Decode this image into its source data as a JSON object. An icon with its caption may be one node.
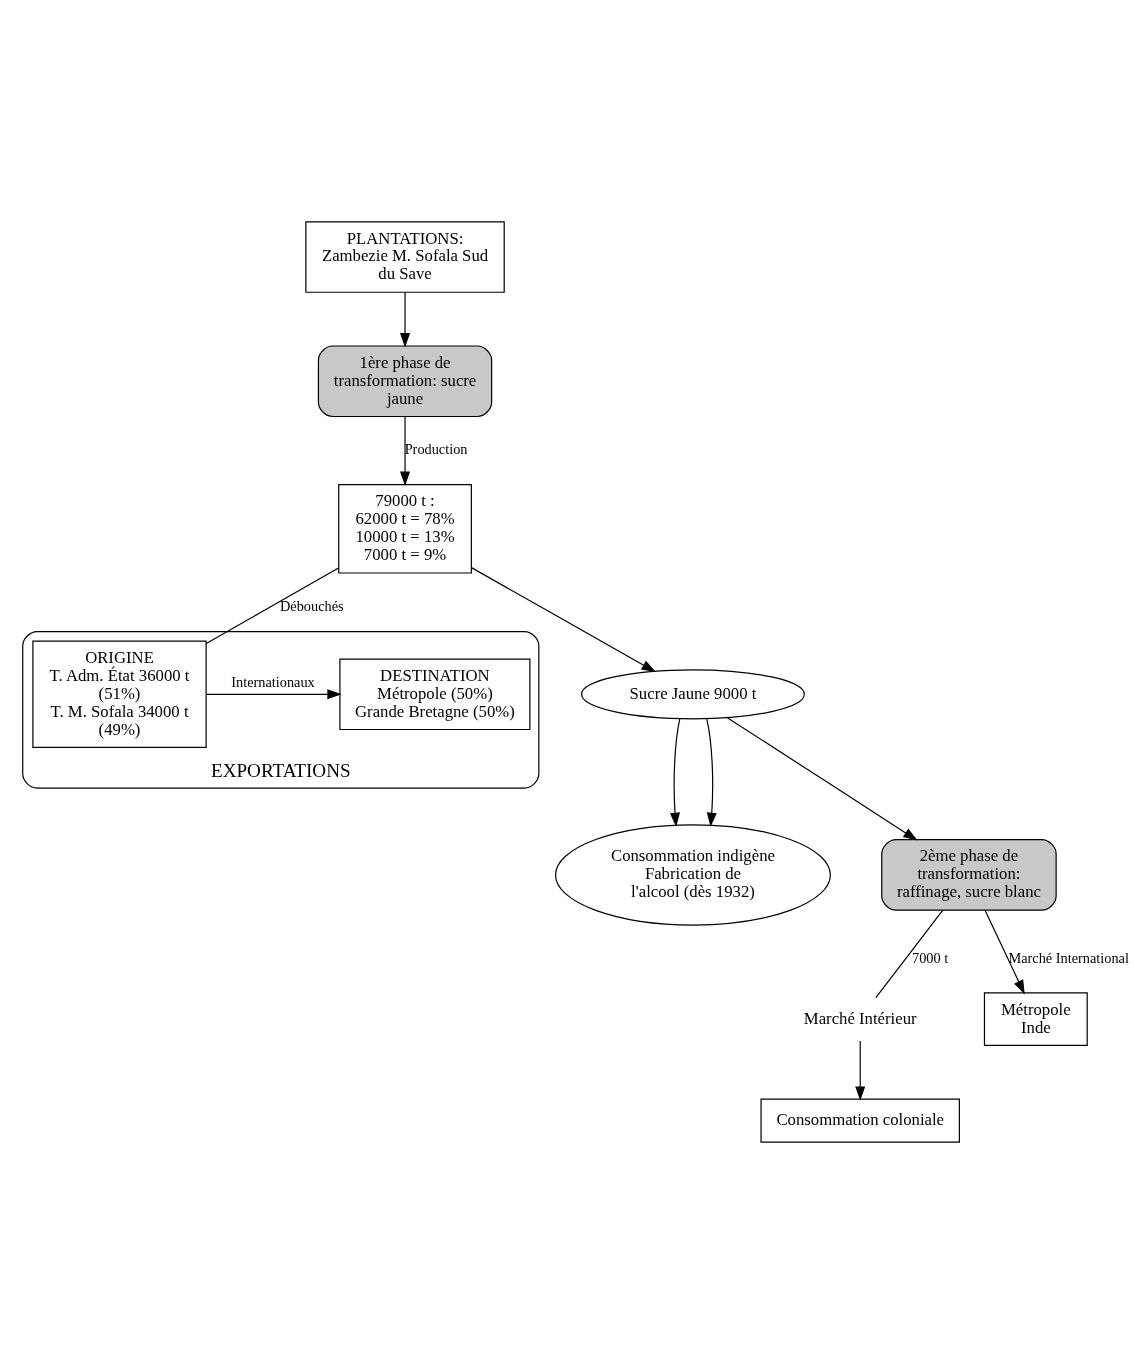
{
  "diagram": {
    "nodes": [
      {
        "text": [
          "PLANTATIONS:",
          "Zambezie M. Sofala Sud du Save"
        ]
      },
      {
        "text": [
          "1ère phase de transformation: sucre jaune"
        ]
      },
      {
        "text": [
          "79000 t :",
          "62000 t = 78%",
          "10000 t = 13%",
          "7000 t = 9%"
        ]
      },
      {
        "text": [
          "EXPORTATIONS"
        ]
      },
      {
        "text": [
          "ORIGINE",
          "T. Adm. État 36000 t (51%)",
          "T. M. Sofala 34000 t (49%)"
        ],
        "in": 3
      },
      {
        "text": [
          "DESTINATION",
          "Métropole (50%)",
          "Grande Bretagne (50%)"
        ],
        "in": 3
      },
      {
        "text": [
          "Sucre Jaune 9000 t"
        ]
      },
      {
        "text": [
          "Consommation indigène",
          "Fabrication de l'alcool (dès 1932)"
        ]
      },
      {
        "text": [
          "2ème phase de transformation: raffinage, sucre blanc"
        ]
      },
      {
        "text": [
          "Marché Intérieur"
        ]
      },
      {
        "text": [
          "Métropole",
          "Inde"
        ]
      },
      {
        "text": [
          "Consommation coloniale"
        ]
      }
    ],
    "edges": [
      {
        "from": 0,
        "to": 1,
        "arrow": "to"
      },
      {
        "from": 1,
        "to": 2,
        "label": "Production",
        "arrow": "to"
      },
      {
        "from": 2,
        "to": 4,
        "label": "Débouchés",
        "arrow": "none"
      },
      {
        "from": 4,
        "to": 5,
        "label": "Internationaux",
        "arrow": "to"
      },
      {
        "from": 2,
        "to": 6,
        "arrow": "to"
      },
      {
        "from": 6,
        "to": 7,
        "arrow": "to"
      },
      {
        "from": 6,
        "to": 7,
        "arrow": "to"
      },
      {
        "from": 6,
        "to": 8,
        "arrow": "to"
      },
      {
        "from": 8,
        "to": 9,
        "label": "7000 t",
        "arrow": "none"
      },
      {
        "from": 8,
        "to": 10,
        "label": "Marché International",
        "arrow": "to"
      },
      {
        "from": 9,
        "to": 11,
        "arrow": "to"
      }
    ]
  }
}
